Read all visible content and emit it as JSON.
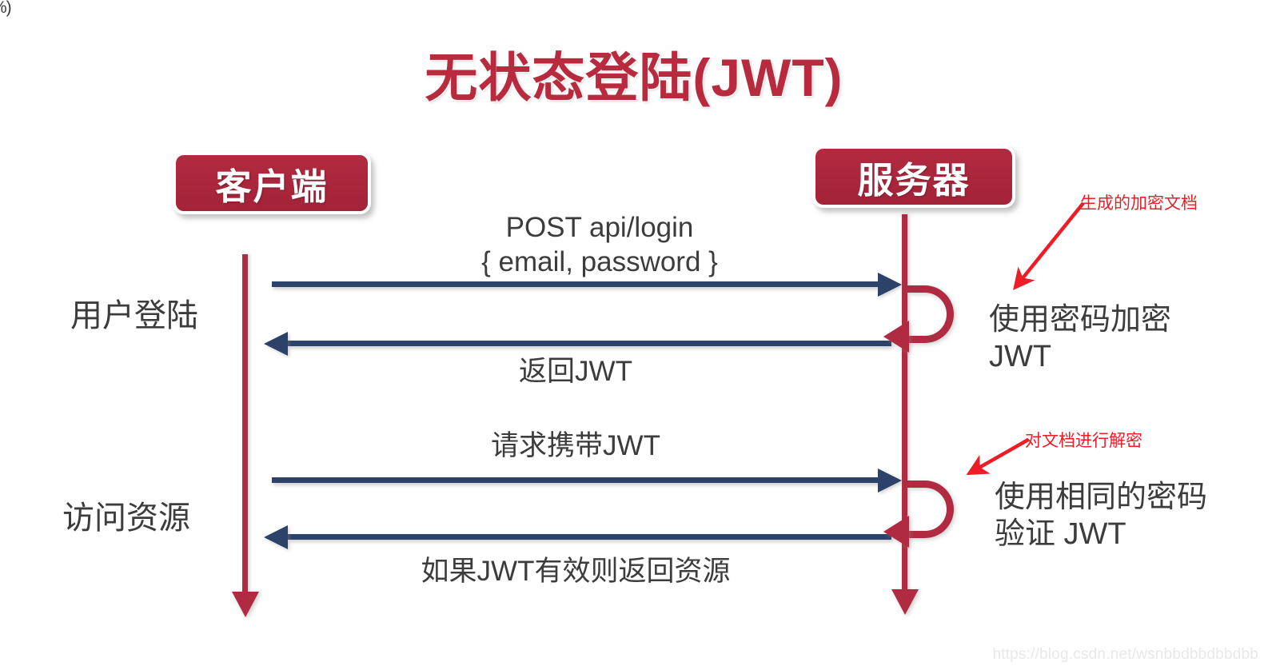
{
  "slide": {
    "title": "无状态登陆(JWT)",
    "corner_artifact": "%)",
    "watermark": "https://blog.csdn.net/wsnbbdbbdbbdbb",
    "colors": {
      "crimson": "#b02b41",
      "title_red": "#b82b3f",
      "navy_arrow": "#2c4268",
      "callout_red": "#ee1c25",
      "text_dark": "#3c3c3c",
      "background": "#ffffff"
    }
  },
  "actors": [
    {
      "id": "client",
      "label": "客户端"
    },
    {
      "id": "server",
      "label": "服务器"
    }
  ],
  "phases": [
    {
      "id": "login",
      "label": "用户登陆"
    },
    {
      "id": "access",
      "label": "访问资源"
    }
  ],
  "messages": [
    {
      "id": "msg1",
      "label": "POST api/login\n{ email, password }",
      "from": "client",
      "to": "server",
      "direction": "right"
    },
    {
      "id": "msg2",
      "label": "返回JWT",
      "from": "server",
      "to": "client",
      "direction": "left"
    },
    {
      "id": "msg3",
      "label": "请求携带JWT",
      "from": "client",
      "to": "server",
      "direction": "right"
    },
    {
      "id": "msg4",
      "label": "如果JWT有效则返回资源",
      "from": "server",
      "to": "client",
      "direction": "left"
    }
  ],
  "server_notes": [
    {
      "id": "encrypt",
      "text": "使用密码加密\nJWT"
    },
    {
      "id": "verify",
      "text": "使用相同的密码\n验证 JWT"
    }
  ],
  "callouts": [
    {
      "id": "generate",
      "text": "生成的加密文档"
    },
    {
      "id": "decrypt",
      "text": "对文档进行解密"
    }
  ]
}
